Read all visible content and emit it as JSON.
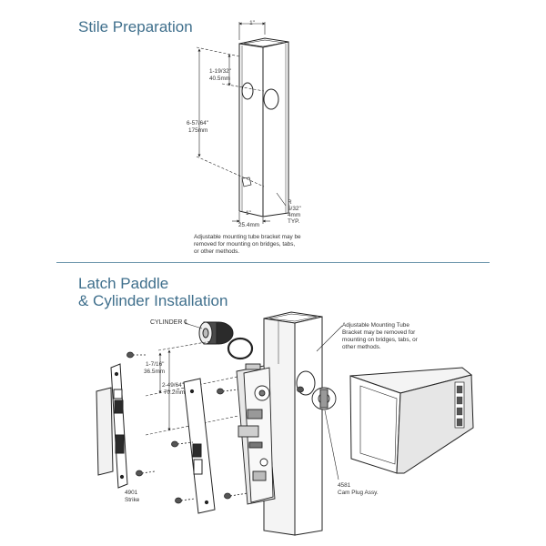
{
  "stile": {
    "heading": "Stile Preparation",
    "top_dim": "1\"",
    "dim_a_in": "1-19/32\"",
    "dim_a_mm": "40.5mm",
    "dim_b_in": "6-57/64\"",
    "dim_b_mm": "175mm",
    "dim_c_in": "1\"",
    "dim_c_mm": "25.4mm",
    "radius_r": "R",
    "radius_in": "5/32\"",
    "radius_mm": "4mm",
    "radius_typ": "TYP.",
    "note_lines": [
      "Adjustable mounting tube bracket may be",
      "removed for mounting on bridges, tabs,",
      "or other methods."
    ]
  },
  "latch": {
    "heading_line1": "Latch Paddle",
    "heading_line2": "& Cylinder Installation",
    "cylinder_label": "CYLINDER ℄",
    "dim_a_in": "1-7/16\"",
    "dim_a_mm": "36.5mm",
    "dim_b_in": "2-49/64\"",
    "dim_b_mm": "70.2mm",
    "bracket_note": [
      "Adjustable Mounting Tube",
      "Bracket may be removed for",
      "mounting on bridges, tabs, or",
      "other methods."
    ],
    "strike_number": "4901",
    "strike_label": "Strike",
    "cam_number": "4581",
    "cam_label": "Cam Plug Assy."
  },
  "colors": {
    "heading": "#3f6f8c",
    "divider": "#6f98ae",
    "line": "#222222"
  }
}
